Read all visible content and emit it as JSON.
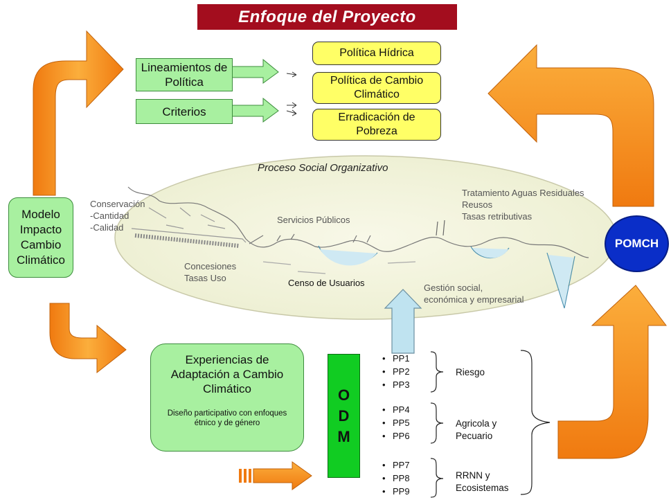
{
  "title": "Enfoque del Proyecto",
  "left_boxes": [
    {
      "label": "Lineamientos de Política"
    },
    {
      "label": "Criterios"
    }
  ],
  "policy_boxes": [
    {
      "label": "Política Hídrica"
    },
    {
      "label": "Política de Cambio Climático"
    },
    {
      "label": "Erradicación de Pobreza"
    }
  ],
  "modelo_box": "Modelo Impacto Cambio Climático",
  "ellipse": {
    "title": "Proceso Social Organizativo",
    "conservacion": "Conservación",
    "cantidad": "-Cantidad",
    "calidad": "-Calidad",
    "servicios": "Servicios Públicos",
    "tratamiento": "Tratamiento Aguas Residuales",
    "reusos": "Reusos",
    "tasas_retributivas": "Tasas retributivas",
    "concesiones": "Concesiones",
    "tasas_uso": "Tasas Uso",
    "censo": "Censo de Usuarios",
    "gestion_1": "Gestión social,",
    "gestion_2": "económica y empresarial"
  },
  "pomch": "POMCH",
  "experiencias": {
    "title": "Experiencias de Adaptación a Cambio Climático",
    "subtitle": "Diseño participativo con enfoques étnico y de género"
  },
  "odm": [
    "O",
    "D",
    "M"
  ],
  "pp_groups": [
    {
      "items": [
        "PP1",
        "PP2",
        "PP3"
      ],
      "label": "Riesgo"
    },
    {
      "items": [
        "PP4",
        "PP5",
        "PP6"
      ],
      "label": "Agricola y Pecuario"
    },
    {
      "items": [
        "PP7",
        "PP8",
        "PP9"
      ],
      "label": "RRNN y Ecosistemas"
    }
  ],
  "colors": {
    "title_bg": "#a30d1e",
    "green_box": "#a8f0a0",
    "yellow_box": "#ffff66",
    "odm_green": "#11cc22",
    "pomch_blue": "#0a2ec8",
    "orange_arrow": "#f7901e",
    "blue_arrow": "#bfe3f0",
    "ellipse_fill": "#f5f5de"
  }
}
